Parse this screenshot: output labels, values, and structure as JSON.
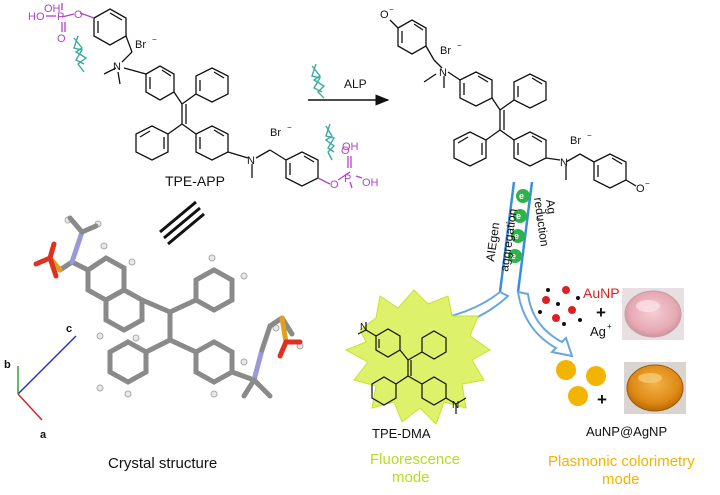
{
  "labels": {
    "tpe_app": "TPE-APP",
    "alp": "ALP",
    "crystal": "Crystal structure",
    "aiegen_line1": "AIEgen",
    "aiegen_line2": "aggregation",
    "ag_line1": "Ag",
    "ag_sup": "+",
    "ag_line2": "reduction",
    "tpe_dma": "TPE-DMA",
    "fluor_line1": "Fluorescence",
    "fluor_line2": "mode",
    "auagnp": "AuNP@AgNP",
    "plasmonic_line1": "Plasmonic colorimetry",
    "plasmonic_line2": "mode",
    "aunp": "AuNP",
    "plus": "+",
    "ag_ion": "Ag",
    "ag_ion_sup": "+",
    "electron": "e",
    "axis_a": "a",
    "axis_b": "b",
    "axis_c": "c",
    "phos_oh1": "OH",
    "phos_p": "P",
    "phos_o": "O",
    "phos_ho": "HO",
    "phos_oh2": "OH",
    "phos_o2": "O",
    "phos_ho2": "HO",
    "phos_p2": "P",
    "phos_oh3": "OH",
    "br": "Br",
    "n": "N",
    "o_minus": "O",
    "minus": "−"
  },
  "colors": {
    "phosphate": "#b341c9",
    "fluor_mode": "#b8dc1f",
    "plasmonic_mode": "#f2b400",
    "aunp_red": "#e02020",
    "tube_blue": "#3a8ed8",
    "electron_green": "#2db34a",
    "axis_a": "#d42020",
    "axis_b": "#2a9a2a",
    "axis_c": "#2030c0",
    "arrow_blue": "#6aa6dd",
    "enzyme": "#3aaba0"
  }
}
